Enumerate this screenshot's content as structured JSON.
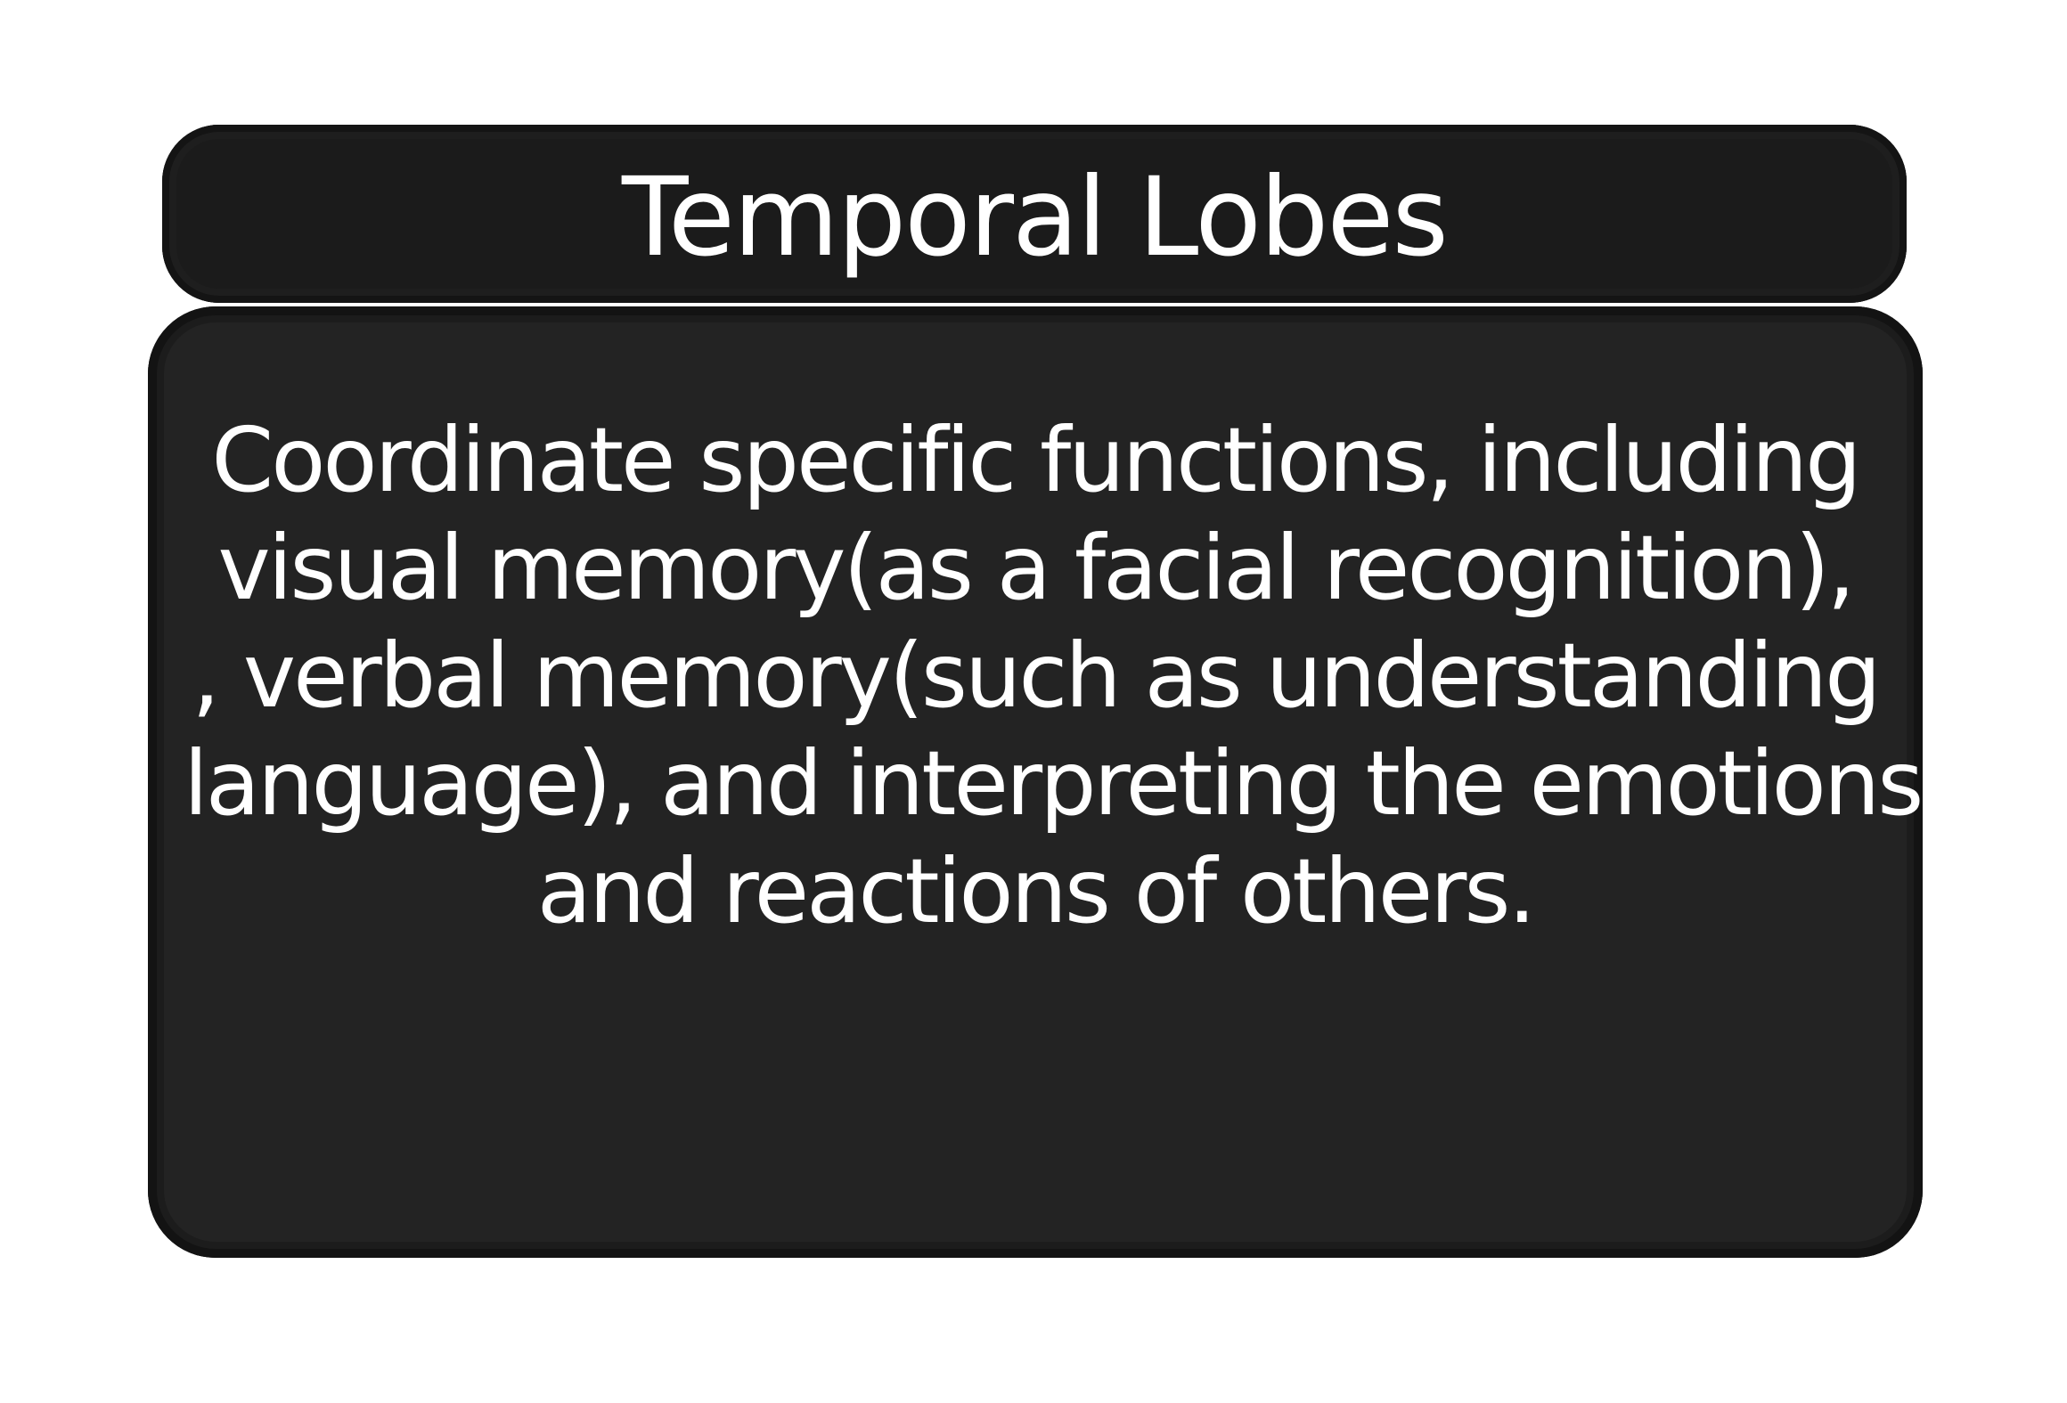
{
  "title_card": {
    "title": "Temporal Lobes"
  },
  "body_card": {
    "lines": [
      "Coordinate specific functions, including",
      "visual memory(as a facial recognition),",
      ", verbal memory(such as understanding",
      "language), and interpreting the emotions",
      "and reactions of others."
    ]
  },
  "colors": {
    "page_background": "#ffffff",
    "title_card_fill": "#1b1b1b",
    "body_card_fill": "#232323",
    "card_border": "#131313",
    "text": "#ffffff"
  }
}
